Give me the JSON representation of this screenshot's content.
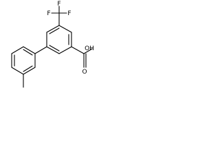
{
  "molecule": {
    "atom_labels": {
      "f_top": "F",
      "f_left": "F",
      "f_right": "F",
      "o_carbonyl": "O",
      "oh_group": "OH"
    },
    "colors": {
      "ink": "#000000",
      "background": "#ffffff"
    }
  }
}
